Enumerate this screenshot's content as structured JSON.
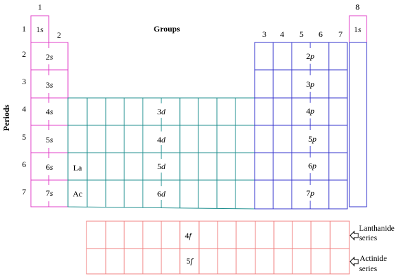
{
  "title": "Groups",
  "axis_label": "Periods",
  "group_numbers": [
    "1",
    "2",
    "3",
    "4",
    "5",
    "6",
    "7",
    "8"
  ],
  "period_numbers": [
    "1",
    "2",
    "3",
    "4",
    "5",
    "6",
    "7"
  ],
  "s_block": {
    "period1_label": "1s",
    "labels": [
      "2s",
      "3s",
      "4s",
      "5s",
      "6s",
      "7s"
    ],
    "color": "#e040c8"
  },
  "d_block": {
    "labels": [
      "3d",
      "4d",
      "5d",
      "6d"
    ],
    "lanthanum": "La",
    "actinium": "Ac",
    "color": "#1f8f8f"
  },
  "p_block": {
    "labels": [
      "2p",
      "3p",
      "4p",
      "5p",
      "6p",
      "7p"
    ],
    "color": "#3333cc"
  },
  "helium": {
    "label": "1s",
    "color": "#e040c8"
  },
  "f_block": {
    "labels": [
      "4f",
      "5f"
    ],
    "color": "#f08080",
    "series_labels": [
      {
        "line1": "Lanthanide",
        "line2": "series"
      },
      {
        "line1": "Actinide",
        "line2": "series"
      }
    ]
  }
}
